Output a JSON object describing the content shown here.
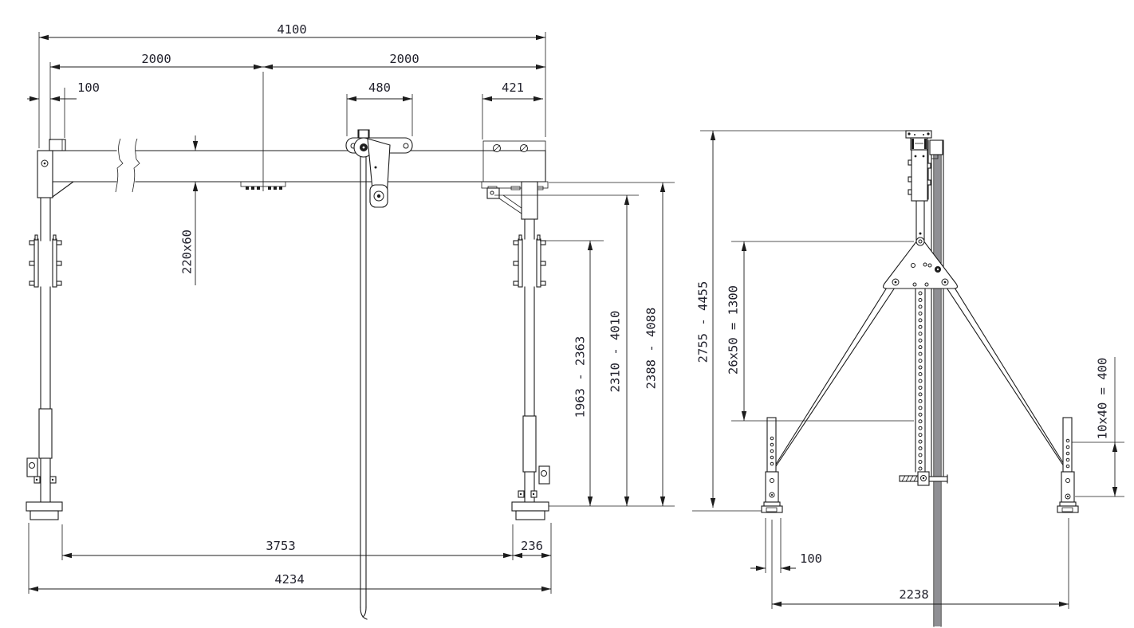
{
  "colors": {
    "line": "#1c1c1c",
    "dim_text": "#23232e",
    "rail_gray": "#8f8f94",
    "background": "#ffffff"
  },
  "front_view": {
    "dims": {
      "span_total": "4100",
      "span_left": "2000",
      "span_right": "2000",
      "end_offset": "100",
      "trolley_width": "480",
      "bracket_width": "421",
      "beam_section": "220x60",
      "clamp_height": "1963 - 2363",
      "hook_height": "2310 - 4010",
      "beam_clearance": "2388 - 4088",
      "inner_span": "3753",
      "foot_plate": "236",
      "base_span": "4234"
    }
  },
  "side_view": {
    "dims": {
      "total_height": "2755 - 4455",
      "mast_hole_pattern": "26x50 = 1300",
      "leg_hole_pattern": "10x40 = 400",
      "foot_size": "100",
      "leg_spread": "2238"
    }
  }
}
